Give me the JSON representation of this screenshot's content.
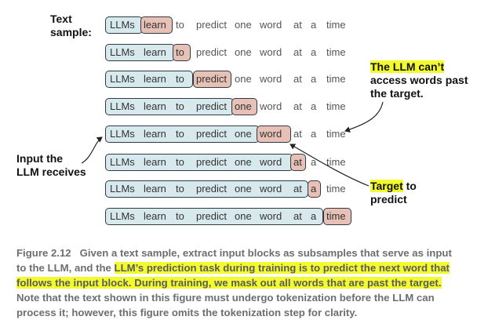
{
  "sample_label_line1": "Text",
  "sample_label_line2": "sample:",
  "words": [
    "LLMs",
    "learn",
    "to",
    "predict",
    "one",
    "word",
    "at",
    "a",
    "time"
  ],
  "rows": [
    {
      "input_len": 1
    },
    {
      "input_len": 2
    },
    {
      "input_len": 3
    },
    {
      "input_len": 4
    },
    {
      "input_len": 5
    },
    {
      "input_len": 6
    },
    {
      "input_len": 7
    },
    {
      "input_len": 8
    }
  ],
  "callouts": {
    "cant_access": {
      "lines": [
        "The LLM can’t",
        "access words past",
        "the target."
      ]
    },
    "input": {
      "lines": [
        "Input the",
        "LLM receives"
      ]
    },
    "target": {
      "highlighted": "Target",
      "rest": " to",
      "line2": "predict"
    }
  },
  "caption": {
    "figure_label": "Figure 2.12",
    "text_before": "Given a text sample, extract input blocks as subsamples that serve as input to the LLM, and the ",
    "highlighted": "LLM’s prediction task during training is to predict the next word that follows the input block. During training, we mask out all words that are past the target.",
    "text_after": " Note that the text shown in this figure must undergo tokenization before the LLM can process it; however, this figure omits the tokenization step for clarity."
  },
  "colors": {
    "input_box": "#d8e9ee",
    "target_box": "#e7c1b6",
    "highlight": "#f3fb2f",
    "caption_text": "#6d6e71"
  }
}
